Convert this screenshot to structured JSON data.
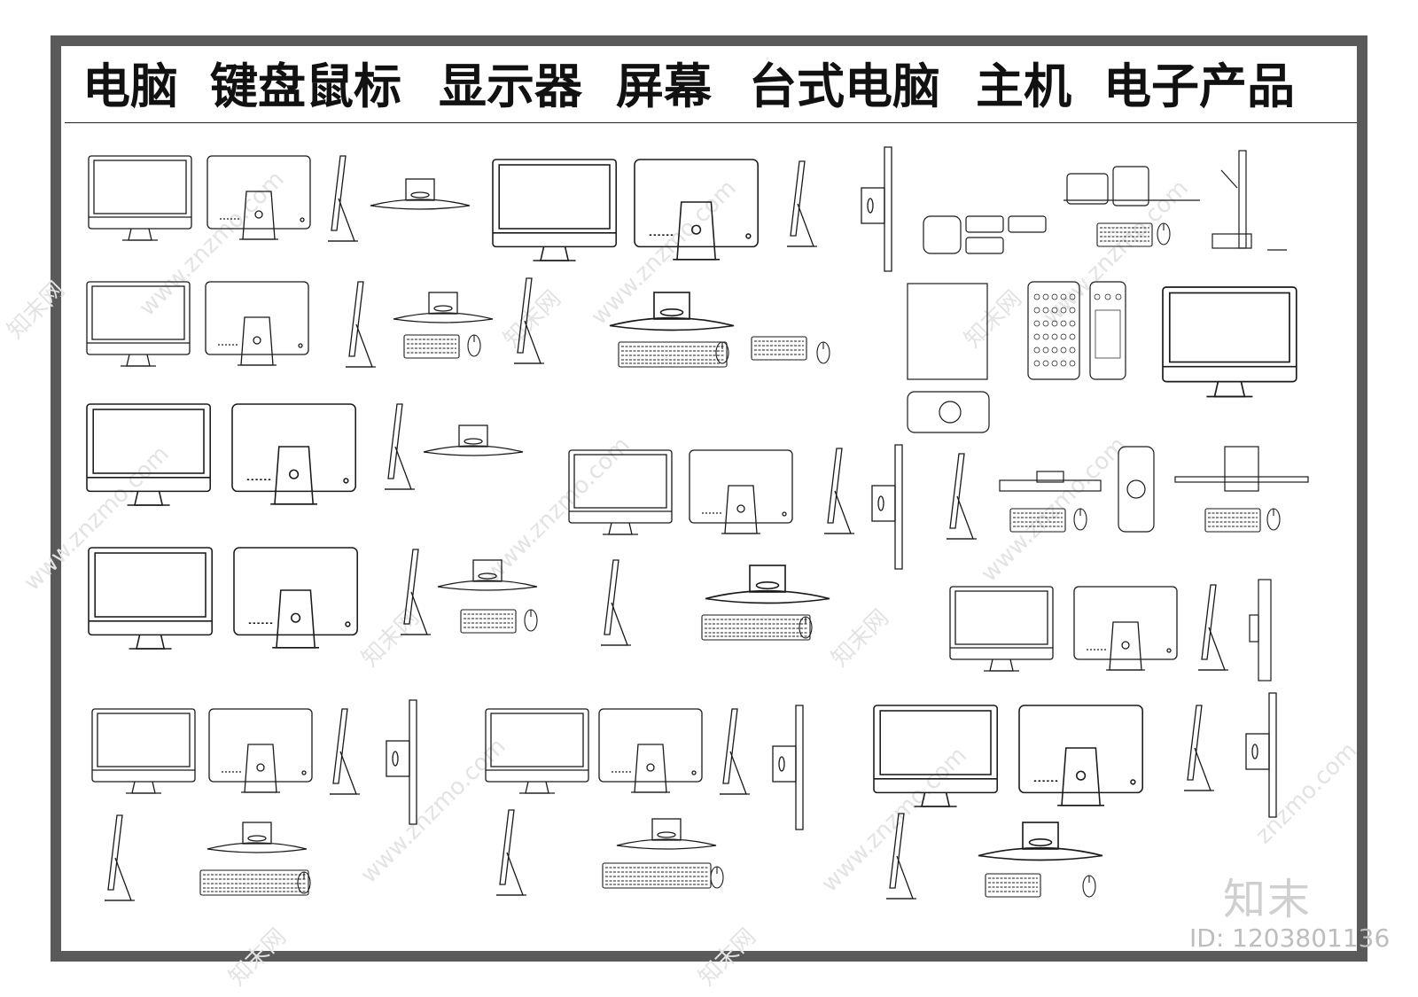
{
  "header": {
    "titles": [
      "电脑",
      "键盘鼠标",
      "显示器",
      "屏幕",
      "台式电脑",
      "主机",
      "电子产品"
    ]
  },
  "watermark": {
    "site": "www.znzmo.com",
    "site_short": "znzmo.com",
    "brand_cn": "知末网",
    "logo": "知末",
    "id_text": "ID: 1203801136"
  },
  "colors": {
    "frame": "#5a5a5a",
    "line": "#1a1a1a",
    "watermark": "#e3e3e3"
  }
}
